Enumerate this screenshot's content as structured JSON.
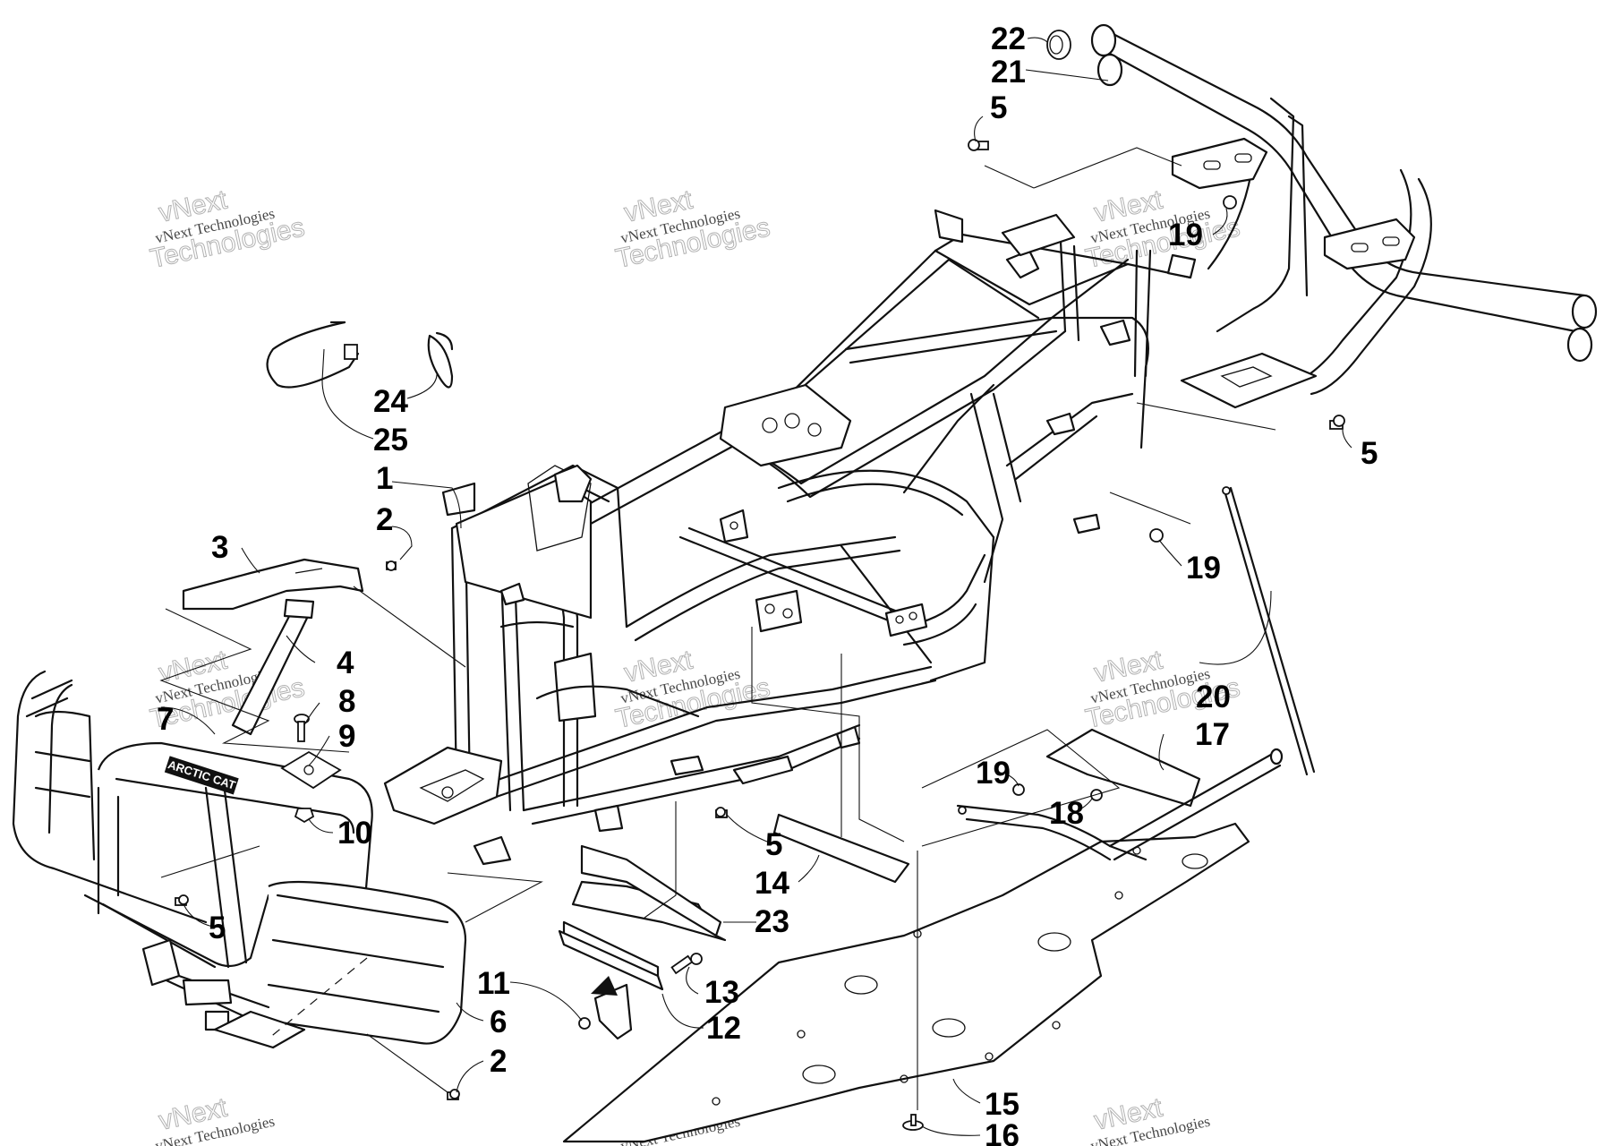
{
  "diagram": {
    "callouts": [
      "22",
      "21",
      "5",
      "19",
      "5",
      "24",
      "25",
      "1",
      "2",
      "3",
      "4",
      "8",
      "9",
      "7",
      "10",
      "5",
      "19",
      "20",
      "17",
      "19",
      "18",
      "5",
      "14",
      "23",
      "11",
      "13",
      "12",
      "6",
      "2",
      "15",
      "16"
    ],
    "logo_text": "ARCTIC CAT",
    "watermark": {
      "small": "vNext Technologies",
      "outline_top": "vNext",
      "outline_bottom": "Technologies"
    }
  }
}
